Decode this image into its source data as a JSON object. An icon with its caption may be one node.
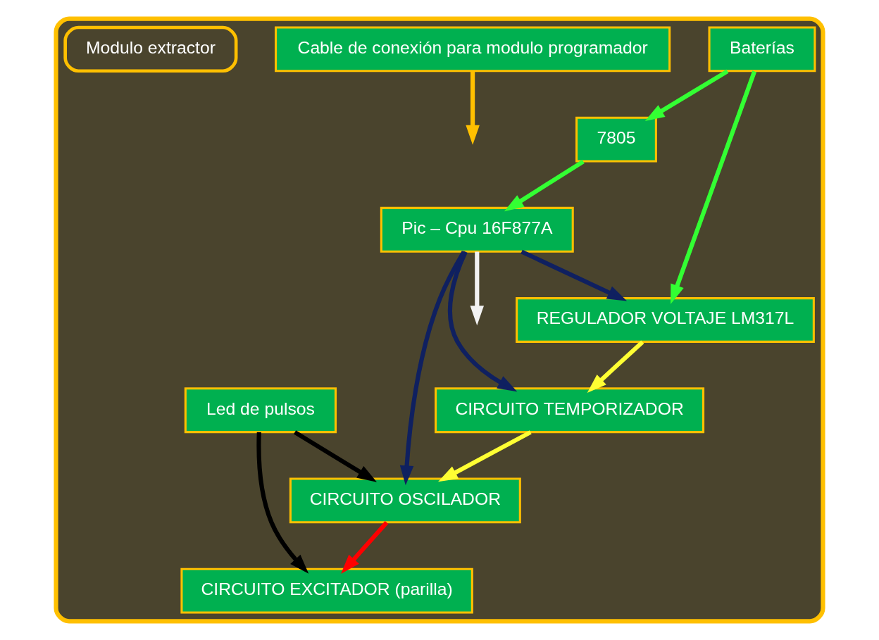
{
  "diagram": {
    "nodes": [
      {
        "text": [],
        "shape": "box"
      },
      {
        "text": [
          "REGULADOR VOLTAJE LM317L"
        ],
        "in": 0
      },
      {
        "text": [
          "Baterías"
        ],
        "in": 0
      },
      {
        "text": [
          "CIRCUITO TEMPORIZADOR"
        ],
        "in": 0
      },
      {
        "text": [
          "7805"
        ],
        "in": 0
      },
      {
        "text": [
          "Pic – Cpu 16F877A"
        ],
        "in": 0
      },
      {
        "text": [
          "CIRCUITO OSCILADOR"
        ],
        "in": 0
      },
      {
        "text": [
          "Led de pulsos"
        ],
        "in": 0
      },
      {
        "text": [
          "Cable de conexión para modulo programador"
        ],
        "in": 0
      },
      {
        "text": [
          "CIRCUITO EXCITADOR (parilla)"
        ],
        "in": 0
      },
      {
        "text": [
          "Modulo extractor"
        ],
        "in": 0
      }
    ],
    "edges": [
      {
        "from": 2,
        "to": 1,
        "arrow": "to",
        "color": "#33ff33"
      },
      {
        "from": 2,
        "to": 4,
        "arrow": "to",
        "color": "#33ff33"
      },
      {
        "from": 4,
        "to": 5,
        "arrow": "to",
        "color": "#33ff33"
      },
      {
        "from": 1,
        "to": 3,
        "arrow": "to",
        "color": "#ffff33"
      },
      {
        "from": 3,
        "to": 6,
        "arrow": "to",
        "color": "#ffff33"
      },
      {
        "from": 5,
        "to": 3,
        "arrow": "to",
        "color": "#0f2060"
      },
      {
        "from": 5,
        "to": 1,
        "arrow": "to",
        "color": "#0f2060"
      },
      {
        "from": 5,
        "to": 6,
        "arrow": "to",
        "color": "#0f2060"
      },
      {
        "from": 6,
        "to": 9,
        "arrow": "to",
        "color": "#ff0000"
      },
      {
        "from": 7,
        "to": 6,
        "arrow": "to",
        "color": "#000000"
      },
      {
        "from": 7,
        "to": 9,
        "arrow": "to",
        "color": "#000000"
      },
      {
        "from": 5,
        "to": null,
        "arrow": "to",
        "color": "#f2f2f2"
      },
      {
        "from": 8,
        "to": null,
        "arrow": "to",
        "color": "#ffc000"
      }
    ]
  }
}
